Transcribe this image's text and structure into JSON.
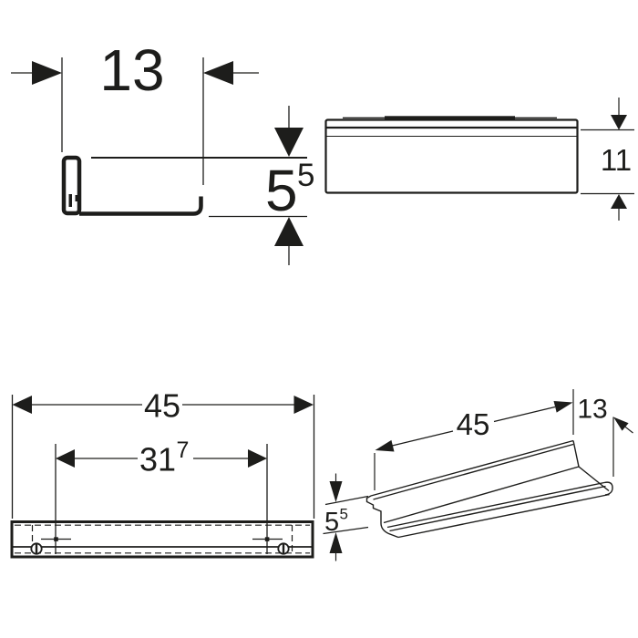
{
  "drawing": {
    "description": "Technical dimension drawing of a wall-mounted shelf, four views",
    "colors": {
      "line": "#1d1d1b",
      "background": "#ffffff"
    },
    "side_view": {
      "depth_label": "13",
      "height_label_main": "5",
      "height_label_sup": "5"
    },
    "top_view": {
      "inner_depth_label": "11"
    },
    "front_view": {
      "width_label": "45",
      "fixing_distance_main": "31",
      "fixing_distance_sup": "7"
    },
    "iso_view": {
      "width_label": "45",
      "depth_label": "13",
      "height_label_main": "5",
      "height_label_sup": "5"
    }
  }
}
